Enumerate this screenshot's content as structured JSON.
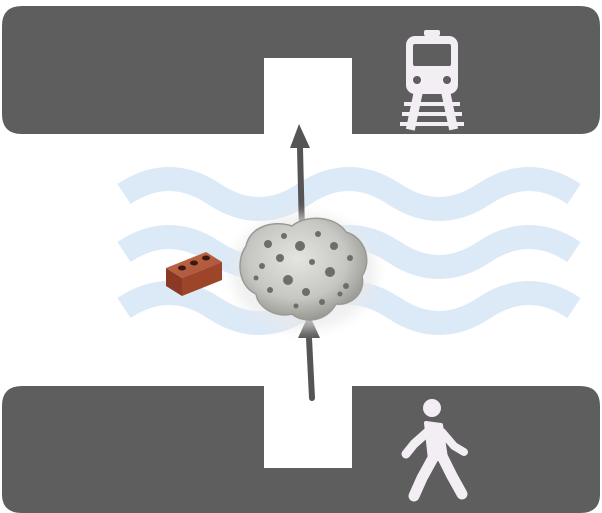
{
  "diagram": {
    "top_icon": "train-icon",
    "bottom_icon": "pedestrian-walking-icon",
    "water_icon": "water-waves",
    "floating_object": "pumice-stone",
    "sinking_object": "clay-brick",
    "colors": {
      "panel": "#5e5e5e",
      "icon_fill": "#f3eef4",
      "water": "#dce9f7",
      "arrow": "#555555",
      "brick": "#a54a2e",
      "stone": "#c9c9c6"
    }
  }
}
